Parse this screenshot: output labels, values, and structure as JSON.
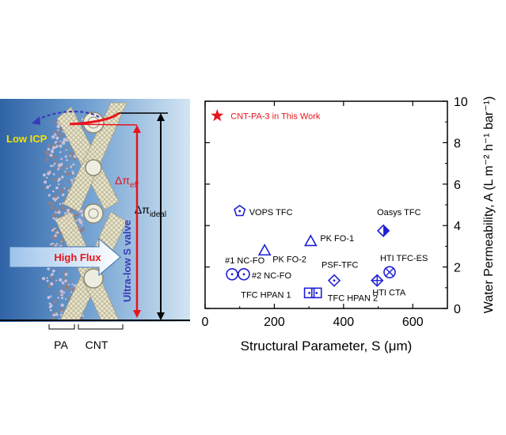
{
  "schematic": {
    "low_icp": "Low ICP",
    "high_flux": "High Flux",
    "valve": "Ultra-low S valve",
    "delta_pi": "Δπ",
    "eff_sub": "eff",
    "ideal_sub": "ideal",
    "pa": "PA",
    "cnt": "CNT",
    "colors": {
      "water_dark": "#2f63a6",
      "water_light": "#cfe2f2",
      "accent": "#e8141c",
      "valve_text": "#3a3ab8",
      "icp_text": "#f4e400",
      "cnt_fill": "#efe9cf"
    }
  },
  "chart_data": {
    "type": "scatter",
    "xlabel": "Structural Parameter, S (μm)",
    "ylabel": "Water Permeability, A (L m⁻² h⁻¹ bar⁻¹)",
    "xlim": [
      0,
      700
    ],
    "ylim": [
      0,
      10
    ],
    "x_ticks": [
      0,
      200,
      400,
      600
    ],
    "y_ticks": [
      0,
      2,
      4,
      6,
      8,
      10
    ],
    "grid": false,
    "legend": "top-left",
    "colors": {
      "marker": "#1f1fd6",
      "highlight": "#e8141c"
    },
    "series": [
      {
        "name": "CNT-PA-3 in This Work",
        "marker": "star",
        "color": "#e8141c",
        "x": 35,
        "y": 9.3
      }
    ],
    "points": [
      {
        "label": "VOPS TFC",
        "marker": "pentagon-dot",
        "x": 100,
        "y": 4.7
      },
      {
        "label": "PK FO-1",
        "marker": "triangle",
        "x": 305,
        "y": 3.25
      },
      {
        "label": "PK FO-2",
        "marker": "triangle",
        "x": 172,
        "y": 2.8
      },
      {
        "label": "Oasys TFC",
        "marker": "diamond-split",
        "x": 515,
        "y": 3.75
      },
      {
        "label": "#1 NC-FO",
        "marker": "circle-dot",
        "x": 78,
        "y": 1.65
      },
      {
        "label": "#2 NC-FO",
        "marker": "circle-dot",
        "x": 112,
        "y": 1.65
      },
      {
        "label": "PSF-TFC",
        "marker": "diamond-dot",
        "x": 373,
        "y": 1.35
      },
      {
        "label": "HTI TFC-ES",
        "marker": "circle-x",
        "x": 533,
        "y": 1.75
      },
      {
        "label": "HTI CTA",
        "marker": "diamond-plus",
        "x": 497,
        "y": 1.35
      },
      {
        "label": "TFC HPAN 1",
        "marker": "square-dot",
        "x": 301,
        "y": 0.75
      },
      {
        "label": "TFC HPAN 2",
        "marker": "square-dot",
        "x": 322,
        "y": 0.75
      }
    ]
  }
}
